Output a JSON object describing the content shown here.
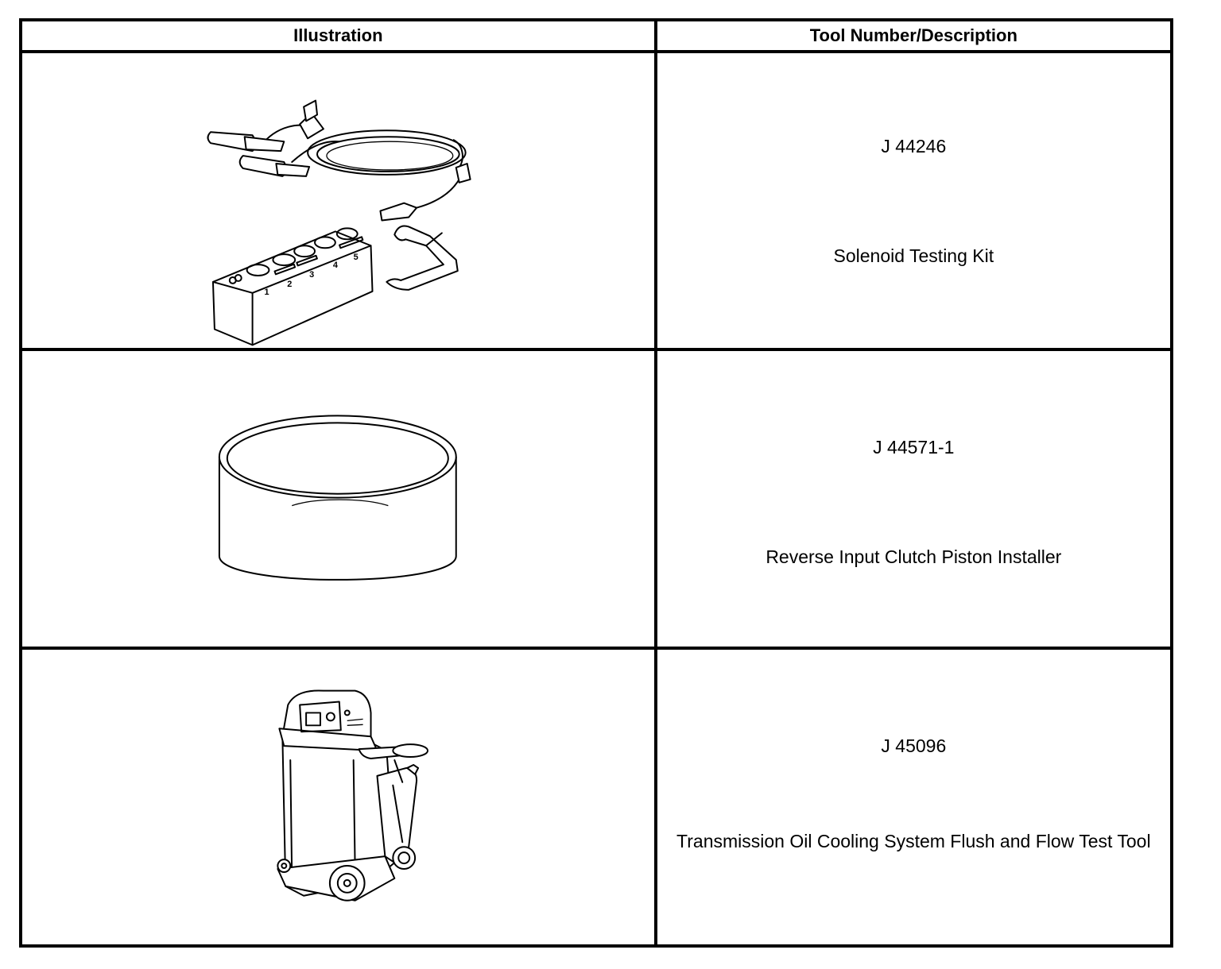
{
  "table": {
    "headers": {
      "illustration": "Illustration",
      "tool": "Tool Number/Description"
    },
    "rows": [
      {
        "tool_number": "J 44246",
        "description": "Solenoid Testing Kit",
        "illustration_icon": "solenoid-testing-kit-illustration",
        "block_labels": [
          "1",
          "2",
          "3",
          "4",
          "5"
        ]
      },
      {
        "tool_number": "J 44571-1",
        "description": "Reverse Input Clutch Piston Installer",
        "illustration_icon": "piston-installer-ring-illustration"
      },
      {
        "tool_number": "J 45096",
        "description": "Transmission Oil Cooling System Flush and Flow Test Tool",
        "illustration_icon": "flush-cart-machine-illustration"
      }
    ]
  }
}
